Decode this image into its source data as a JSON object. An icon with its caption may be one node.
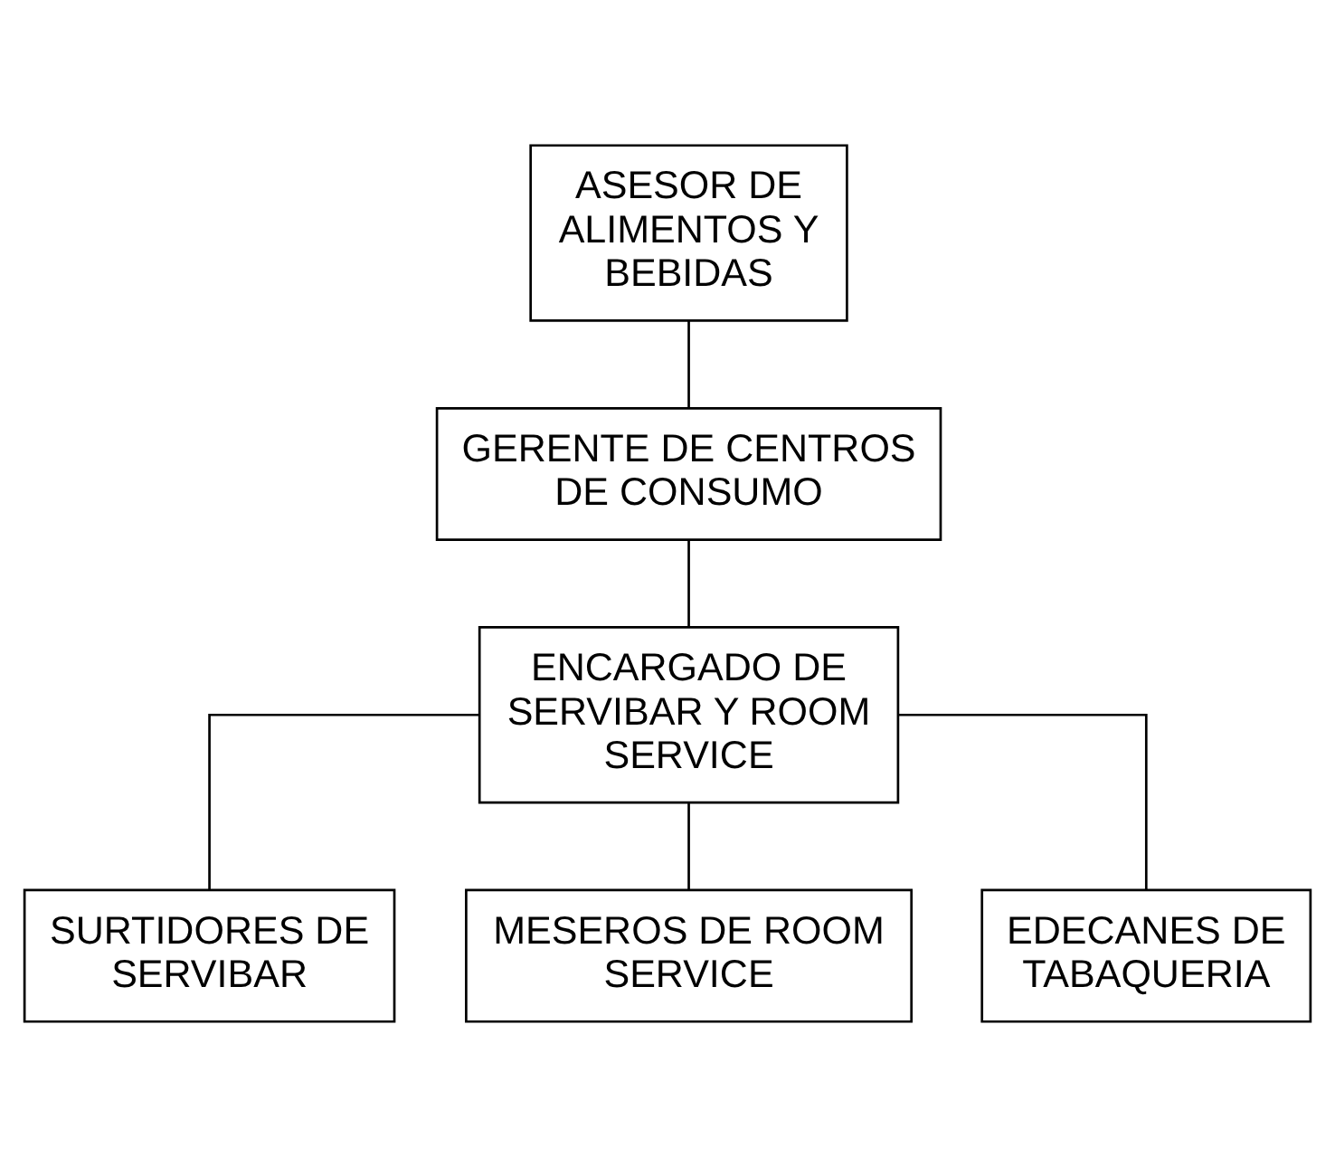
{
  "diagram": {
    "nodes": [
      {
        "text": [
          "ASESOR DE ALIMENTOS Y BEBIDAS"
        ]
      },
      {
        "text": [
          "GERENTE DE CENTROS DE CONSUMO"
        ]
      },
      {
        "text": [
          "ENCARGADO DE SERVIBAR Y ROOM SERVICE"
        ]
      },
      {
        "text": [
          "SURTIDORES DE SERVIBAR"
        ]
      },
      {
        "text": [
          "MESEROS DE ROOM SERVICE"
        ]
      },
      {
        "text": [
          "EDECANES DE TABAQUERIA"
        ]
      }
    ],
    "edges": [
      {
        "from": 0,
        "to": 1,
        "arrow": "none"
      },
      {
        "from": 1,
        "to": 2,
        "arrow": "none"
      },
      {
        "from": 2,
        "to": 3,
        "arrow": "none"
      },
      {
        "from": 2,
        "to": 4,
        "arrow": "none"
      },
      {
        "from": 2,
        "to": 5,
        "arrow": "none"
      }
    ]
  }
}
